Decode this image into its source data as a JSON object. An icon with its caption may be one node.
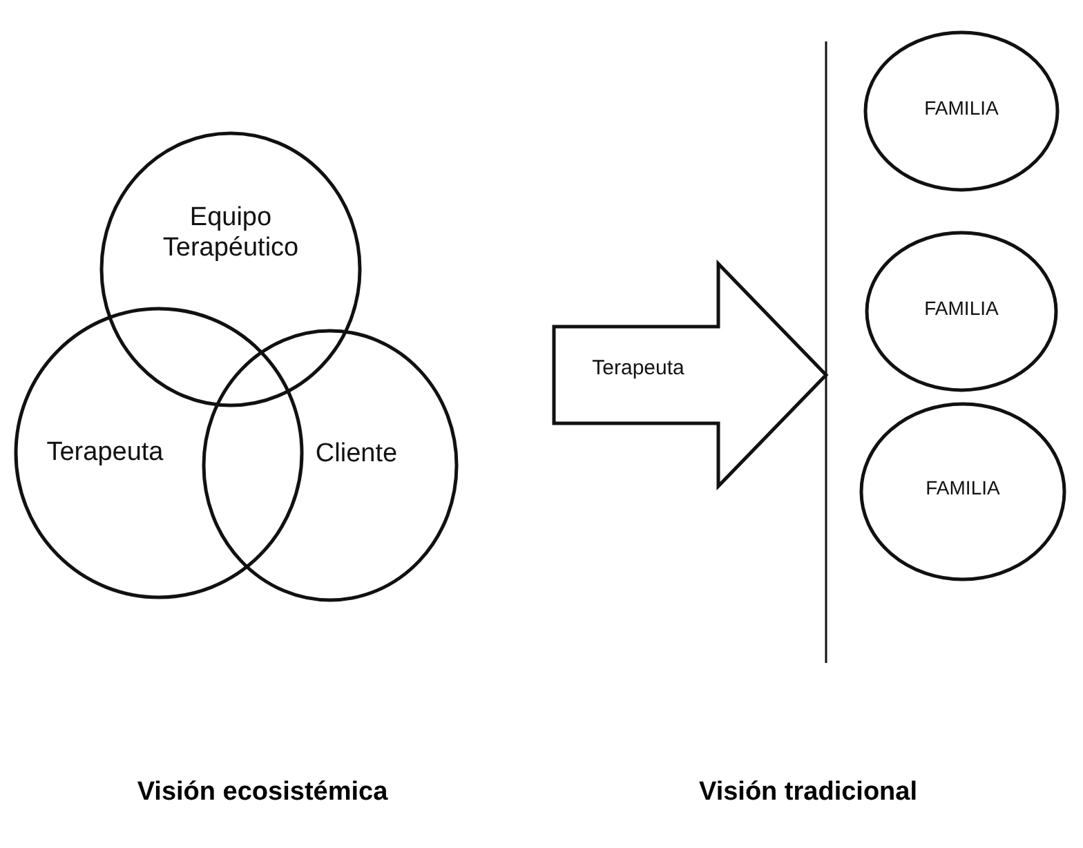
{
  "diagram": {
    "nodes": [
      {
        "text": [
          "Equipo Terapéutico"
        ]
      },
      {
        "text": [
          "Terapeuta"
        ]
      },
      {
        "text": [
          "Cliente"
        ]
      },
      {
        "text": [
          "Terapeuta"
        ]
      },
      {
        "text": [
          "FAMILIA"
        ]
      },
      {
        "text": [
          "FAMILIA"
        ]
      },
      {
        "text": [
          "FAMILIA"
        ]
      }
    ],
    "edges": [],
    "labels": [
      "Visión ecosistémica",
      "Visión tradicional"
    ]
  }
}
